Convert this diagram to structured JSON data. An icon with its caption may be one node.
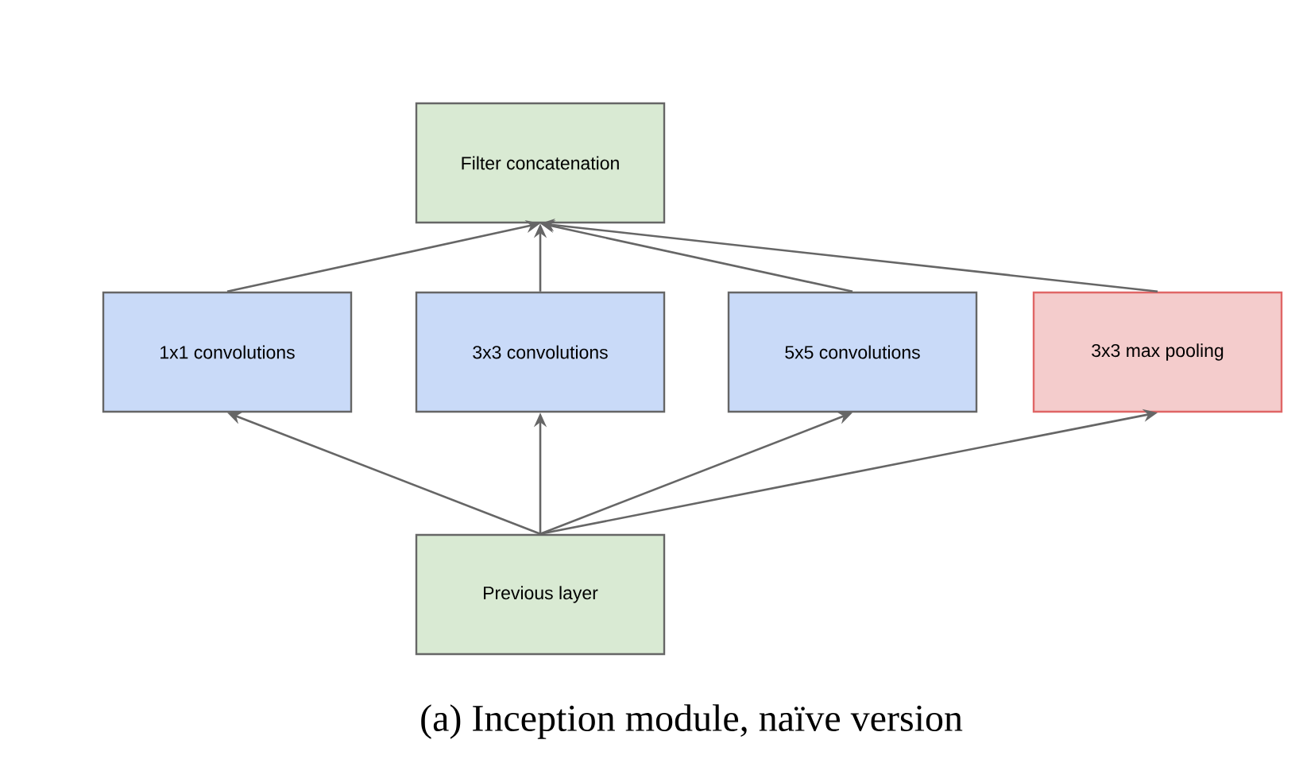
{
  "diagram": {
    "caption": "(a) Inception module, naïve version",
    "nodes": [
      {
        "text": [
          "Filter concatenation"
        ]
      },
      {
        "text": [
          "1x1 convolutions"
        ]
      },
      {
        "text": [
          "3x3 convolutions"
        ]
      },
      {
        "text": [
          "5x5 convolutions"
        ]
      },
      {
        "text": [
          "3x3 max pooling"
        ]
      },
      {
        "text": [
          "Previous layer"
        ]
      }
    ],
    "edges": [
      {
        "from": 1,
        "to": 0,
        "arrow": "to"
      },
      {
        "from": 2,
        "to": 0,
        "arrow": "to"
      },
      {
        "from": 3,
        "to": 0,
        "arrow": "to"
      },
      {
        "from": 4,
        "to": 0,
        "arrow": "to"
      },
      {
        "from": 5,
        "to": 1,
        "arrow": "to"
      },
      {
        "from": 5,
        "to": 2,
        "arrow": "to"
      },
      {
        "from": 5,
        "to": 3,
        "arrow": "to"
      },
      {
        "from": 5,
        "to": 4,
        "arrow": "to"
      }
    ]
  }
}
